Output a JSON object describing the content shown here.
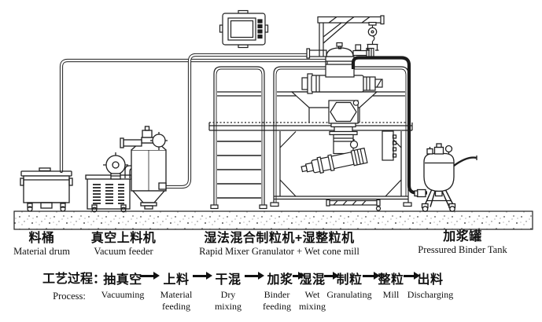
{
  "colors": {
    "line": "#1f1f1f",
    "background": "#ffffff",
    "floor_speckle": "#555555"
  },
  "equipment_labels": [
    {
      "cn": "料桶",
      "en": "Material drum"
    },
    {
      "cn": "真空上料机",
      "en": "Vacuum feeder"
    },
    {
      "cn": "湿法混合制粒机+湿整粒机",
      "en": "Rapid Mixer Granulator + Wet cone mill"
    },
    {
      "cn": "加浆罐",
      "en": "Pressured Binder Tank"
    }
  ],
  "process": {
    "title_cn": "工艺过程：",
    "title_en": "Process:",
    "steps": [
      {
        "cn": "抽真空",
        "en": "Vacuuming"
      },
      {
        "cn": "上料",
        "en": "Material feeding"
      },
      {
        "cn": "干混",
        "en": "Dry mixing"
      },
      {
        "cn": "加浆",
        "en": "Binder feeding"
      },
      {
        "cn": "湿混",
        "en": "Wet mixing"
      },
      {
        "cn": "制粒",
        "en": "Granulating"
      },
      {
        "cn": "整粒",
        "en": "Mill"
      },
      {
        "cn": "出料",
        "en": "Discharging"
      }
    ]
  }
}
